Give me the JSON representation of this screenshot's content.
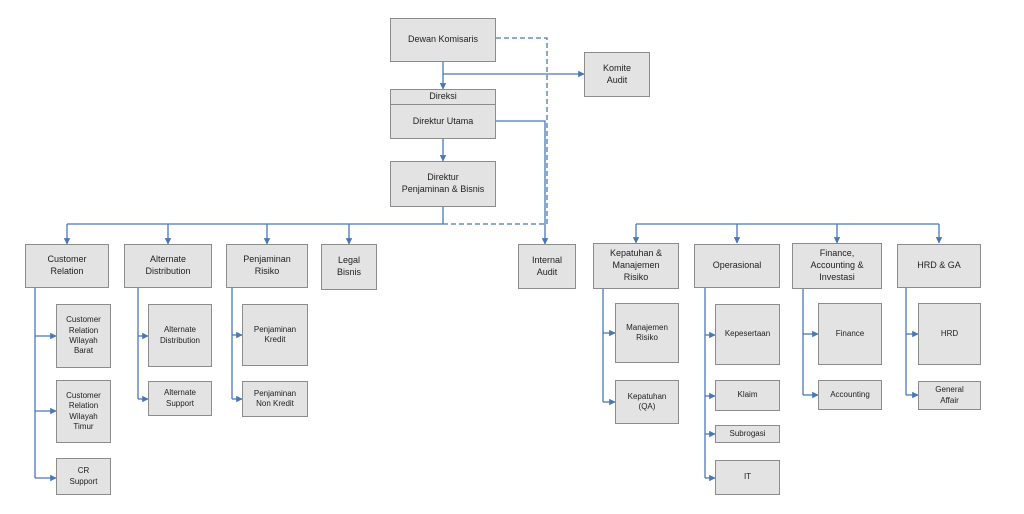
{
  "nodes": {
    "dewan_komisaris": "Dewan Komisaris",
    "komite_audit": "Komite\nAudit",
    "direksi": "Direksi",
    "direktur_utama": "Direktur Utama",
    "direktur_penjaminan": "Direktur\nPenjaminan & Bisnis",
    "customer_relation": "Customer\nRelation",
    "alternate_distribution": "Alternate\nDistribution",
    "penjaminan_risiko": "Penjaminan\nRisiko",
    "legal_bisnis": "Legal\nBisnis",
    "internal_audit": "Internal\nAudit",
    "kepatuhan_manajemen_risiko": "Kepatuhan &\nManajemen\nRisiko",
    "operasional": "Operasional",
    "finance_accounting_investasi": "Finance,\nAccounting &\nInvestasi",
    "hrd_ga": "HRD & GA",
    "cr_wilayah_barat": "Customer\nRelation\nWilayah\nBarat",
    "cr_wilayah_timur": "Customer\nRelation\nWilayah\nTimur",
    "cr_support": "CR\nSupport",
    "alt_distribution_sub": "Alternate\nDistribution",
    "alt_support": "Alternate\nSupport",
    "penjaminan_kredit": "Penjaminan\nKredit",
    "penjaminan_non_kredit": "Penjaminan\nNon Kredit",
    "manajemen_risiko": "Manajemen\nRisiko",
    "kepatuhan_qa": "Kepatuhan\n(QA)",
    "kepesertaan": "Kepesertaan",
    "klaim": "Klaim",
    "subrogasi": "Subrogasi",
    "it": "IT",
    "finance": "Finance",
    "accounting": "Accounting",
    "hrd": "HRD",
    "general_affair": "General\nAffair"
  },
  "colors": {
    "connector": "#4a78b5",
    "box_fill": "#e3e3e3",
    "box_border": "#8c8c8c"
  }
}
